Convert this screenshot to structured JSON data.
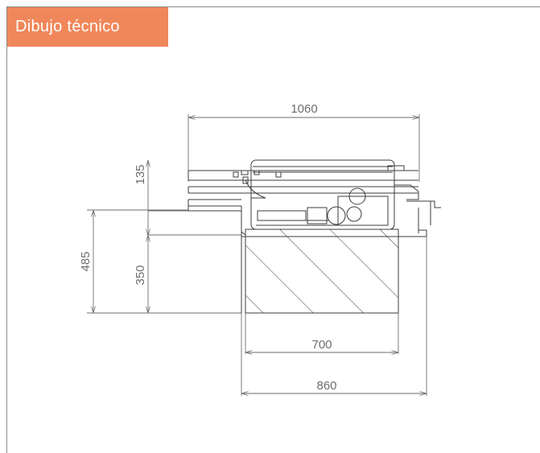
{
  "header": {
    "title": "Dibujo técnico",
    "accent_color": "#f0875a"
  },
  "drawing": {
    "line_color": "#3c3c3c",
    "dim_color": "#6e6e6e",
    "dimensions": {
      "overall_width": "1060",
      "top_height": "135",
      "total_height": "485",
      "body_height": "350",
      "inner_width": "700",
      "outer_width": "860"
    }
  }
}
